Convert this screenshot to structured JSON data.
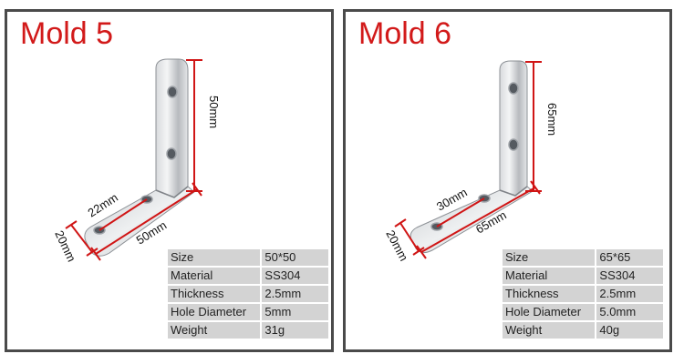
{
  "panels": [
    {
      "title": "Mold 5",
      "dimensions": {
        "height": "50mm",
        "length": "50mm",
        "hole_spacing": "22mm",
        "width": "20mm"
      },
      "specs": [
        {
          "label": "Size",
          "value": "50*50"
        },
        {
          "label": "Material",
          "value": "SS304"
        },
        {
          "label": "Thickness",
          "value": "2.5mm"
        },
        {
          "label": "Hole Diameter",
          "value": "5mm"
        },
        {
          "label": "Weight",
          "value": "31g"
        }
      ]
    },
    {
      "title": "Mold 6",
      "dimensions": {
        "height": "65mm",
        "length": "65mm",
        "hole_spacing": "30mm",
        "width": "20mm"
      },
      "specs": [
        {
          "label": "Size",
          "value": "65*65"
        },
        {
          "label": "Material",
          "value": "SS304"
        },
        {
          "label": "Thickness",
          "value": "2.5mm"
        },
        {
          "label": "Hole Diameter",
          "value": "5.0mm"
        },
        {
          "label": "Weight",
          "value": "40g"
        }
      ]
    }
  ],
  "colors": {
    "title": "#d21a1a",
    "dimension_line": "#d01515",
    "panel_border": "#4a4a4a",
    "table_cell": "#d3d3d3"
  }
}
